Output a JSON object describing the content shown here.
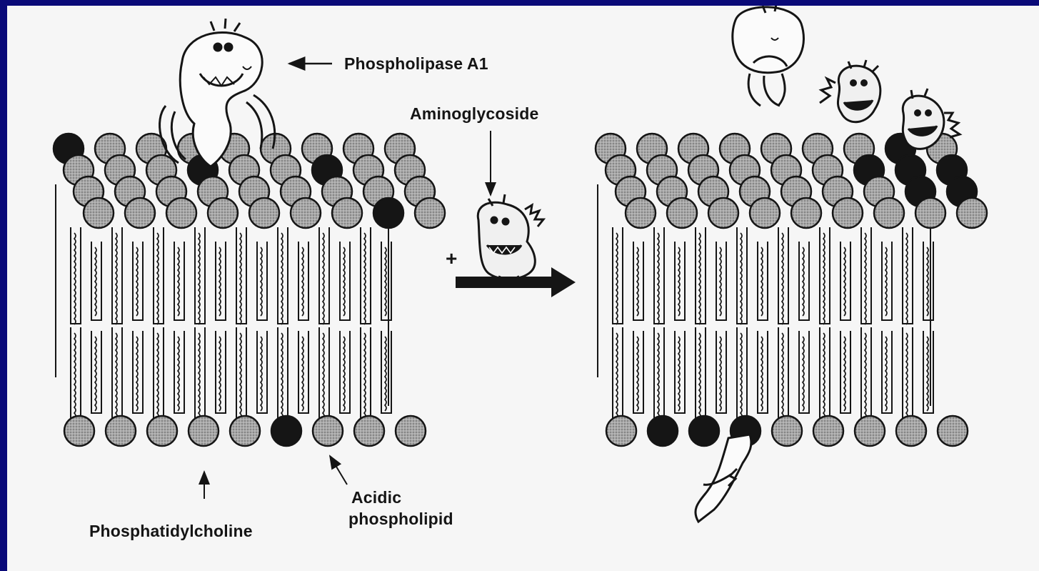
{
  "diagram": {
    "labels": {
      "enzyme": "Phospholipase A1",
      "drug": "Aminoglycoside",
      "plus_sign": "+",
      "neutral_lipid": "Phosphatidylcholine",
      "acidic_lipid_line1": "Acidic",
      "acidic_lipid_line2": "phospholipid"
    },
    "colors": {
      "slide_border": "#0a0a78",
      "paper": "#f6f6f6",
      "neutral_head": "#9a9a9a",
      "acidic_head": "#151515",
      "line": "#151515"
    },
    "icons": {
      "enzyme": "phospholipase-creature-icon",
      "drug": "aminoglycoside-creature-icon",
      "reaction": "right-arrow-icon"
    }
  }
}
